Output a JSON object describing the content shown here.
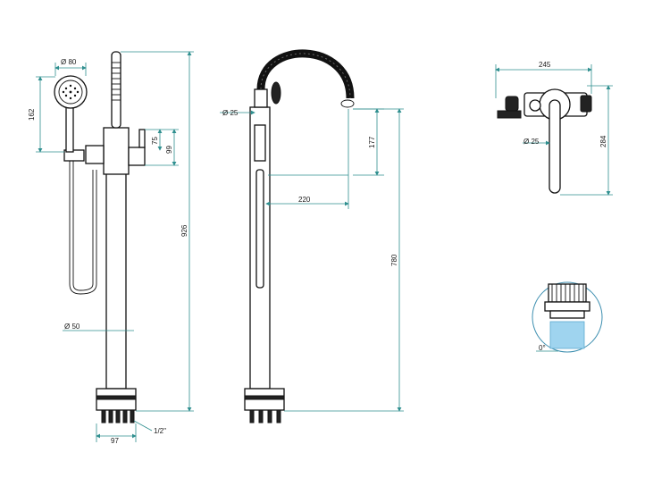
{
  "dimensions": {
    "handshower_diameter": "Ø 80",
    "handshower_height": "162",
    "lever_height_a": "75",
    "lever_height_b": "99",
    "total_height_front": "926",
    "column_diameter": "Ø 50",
    "base_width": "97",
    "thread": "1/2\"",
    "spout_diameter": "Ø 25",
    "spout_drop": "177",
    "spout_reach": "220",
    "outlet_height": "780",
    "top_width": "245",
    "top_pipe_diameter": "Ø 25",
    "top_depth": "284",
    "detail_angle": "0°"
  },
  "colors": {
    "dimension_line": "#2f8f8f",
    "outline": "#111111",
    "detail_water": "#9fd4ef"
  }
}
